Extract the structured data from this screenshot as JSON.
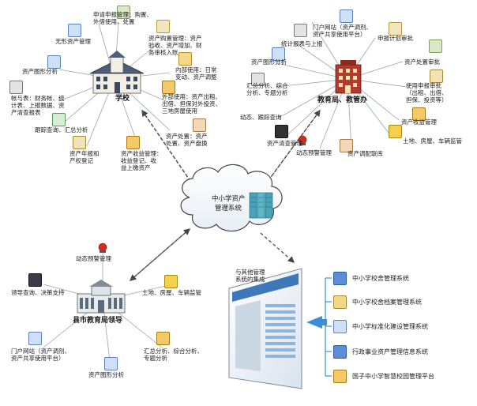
{
  "center": {
    "line1": "中小学资产",
    "line2": "管理系统"
  },
  "school": {
    "title": "学校",
    "items": [
      "申请申报管理：购置、\n外借使用、处置",
      "无形资产管理",
      "资产购置管理：资产\n验收、资产增加、财\n务审核入账",
      "资产图形分析",
      "内部使用：日常\n变动、资产调整",
      "帐与表：财务帐、统\n计表、上报数据、资\n产清查报表",
      "外部使用：资产出租、\n出借、担保对外投资、\n三地房屋使用",
      "跟踪查询、汇总分析",
      "资产年报和\n产权登记",
      "资产收益管理：\n收益登记、收\n益上缴资产",
      "资产处置：资产\n处置、资产盘换"
    ]
  },
  "bureau": {
    "title": "教育局、教管办",
    "items": [
      "门户网站（资产调剂、\n资产共享使用平台）",
      "统计报表与上报",
      "申报计划审批",
      "资产图形分析",
      "资产处置审批",
      "汇总分析、综合\n分析、专题分析",
      "使用申报审批\n（出租、出借、\n担保、投资等）",
      "动态、跟踪查询",
      "资产收益管理",
      "土地、房屋、车辆监管",
      "资产清查管理",
      "动态预警管理",
      "资产调配联库"
    ]
  },
  "county": {
    "title": "县市教育局领导",
    "items": [
      "动态预警管理",
      "领导查询、决策支持",
      "土地、房屋、车辆监管",
      "门户网站（资产调剂、\n资产共享使用平台）",
      "汇总分析、综合分析、\n专题分析",
      "资产图形分析"
    ]
  },
  "integration": {
    "label": "与其他管理\n系统的集成",
    "systems": [
      "中小学校舍管理系统",
      "中小学校舍档案管理系统",
      "中小学标准化建设管理系统",
      "行政事业资产管理信息系统",
      "国子中小学智慧校园管理平台"
    ]
  }
}
